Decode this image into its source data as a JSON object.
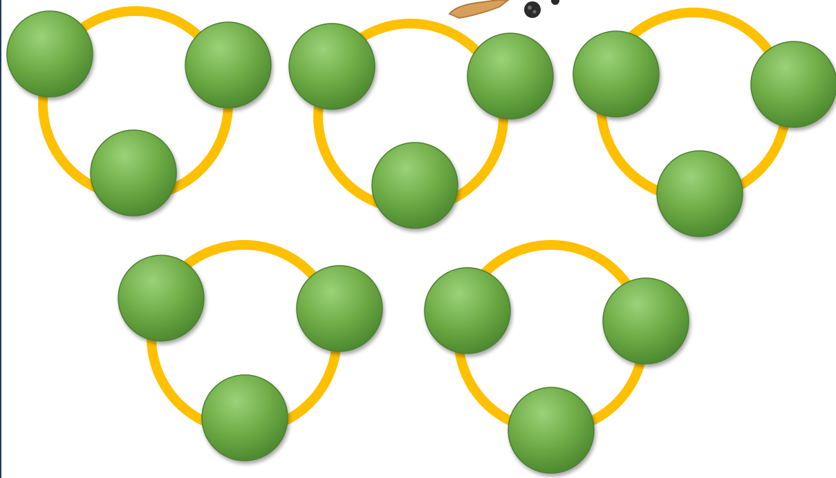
{
  "diagram": {
    "type": "number-bond-triads",
    "ring_color": "#ffc000",
    "node_color": "#70ad47",
    "node_edge_color": "#4e7f31",
    "node_highlight_color": "#9bd27a",
    "frame_edge_color": "#1f3864",
    "bonds": [
      {
        "id": "bond-1",
        "nodes": [
          "",
          "",
          ""
        ]
      },
      {
        "id": "bond-2",
        "nodes": [
          "",
          "",
          ""
        ]
      },
      {
        "id": "bond-3",
        "nodes": [
          "",
          "",
          ""
        ]
      },
      {
        "id": "bond-4",
        "nodes": [
          "",
          "",
          ""
        ]
      },
      {
        "id": "bond-5",
        "nodes": [
          "",
          "",
          ""
        ]
      }
    ],
    "decoration": {
      "icon": "cartoon-arm-with-buttons-icon"
    }
  }
}
